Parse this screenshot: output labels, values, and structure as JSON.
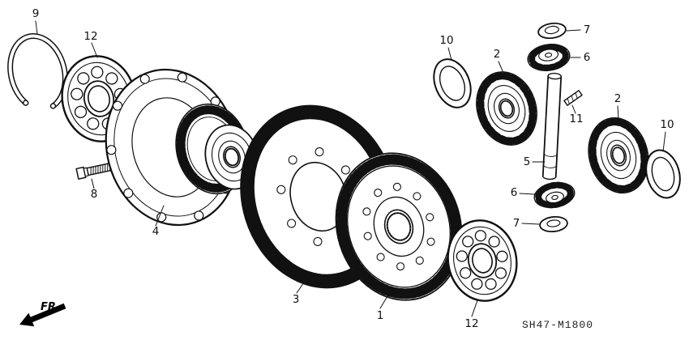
{
  "diagram": {
    "code": "SH47-M1800",
    "fr_label": "FR.",
    "labels": {
      "l9": "9",
      "l12a": "12",
      "l10a": "10",
      "l2a": "2",
      "l7a": "7",
      "l6a": "6",
      "l11": "11",
      "l2b": "2",
      "l10b": "10",
      "l5": "5",
      "l6b": "6",
      "l7b": "7",
      "l8": "8",
      "l4": "4",
      "l3": "3",
      "l1": "1",
      "l12b": "12"
    }
  }
}
